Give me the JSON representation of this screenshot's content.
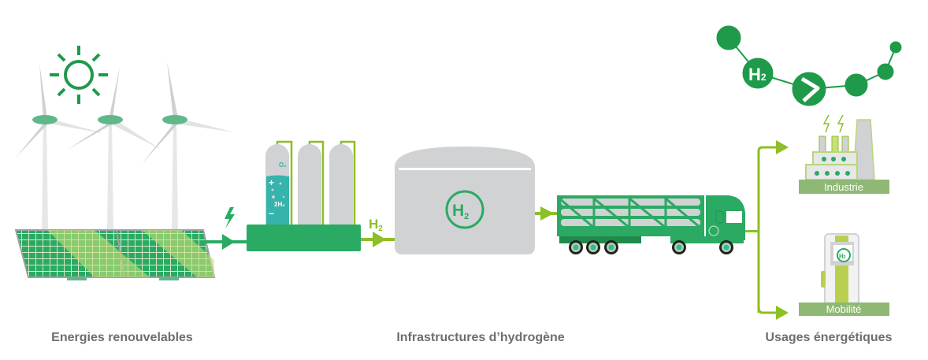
{
  "colors": {
    "dark_green": "#2aaa63",
    "lime": "#8dbf26",
    "grey": "#d1d2d4",
    "teal": "#36b3ab",
    "label_bg": "#8fb874",
    "text": "#6d6e71"
  },
  "sections": {
    "renewables": "Energies renouvelables",
    "infrastructure": "Infrastructures d’hydrogène",
    "uses": "Usages énergétiques"
  },
  "electrolyzer": {
    "o2": "O₂",
    "h2": "2H₂",
    "plus": "+",
    "minus": "−"
  },
  "h2": {
    "main": "H",
    "sub": "2"
  },
  "uses": {
    "industry": "Industrie",
    "mobility": "Mobilité"
  },
  "icons": [
    "sun-icon",
    "wind-turbine-icon",
    "solar-panel-icon",
    "lightning-icon",
    "electrolyzer-icon",
    "storage-tank-icon",
    "truck-icon",
    "factory-icon",
    "h2-pump-icon",
    "molecule-logo-icon"
  ]
}
